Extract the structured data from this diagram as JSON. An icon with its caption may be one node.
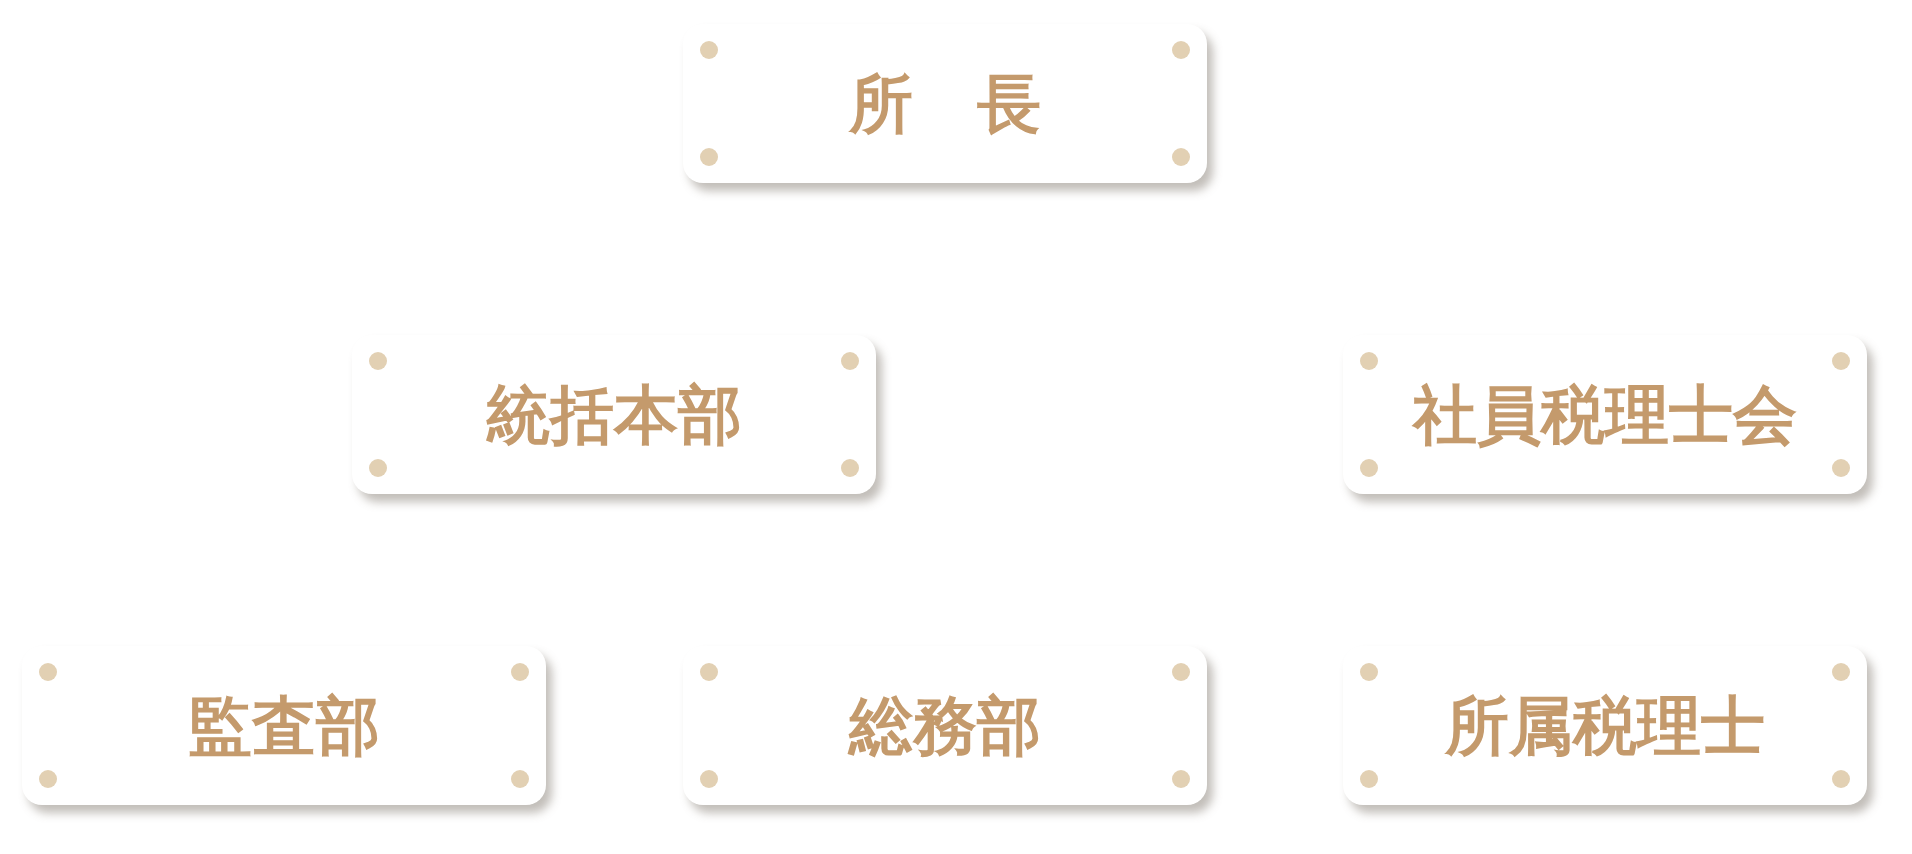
{
  "diagram": {
    "nodes": [
      {
        "text": [
          "所　長"
        ]
      },
      {
        "text": [
          "統括本部"
        ]
      },
      {
        "text": [
          "社員税理士会"
        ]
      },
      {
        "text": [
          "監査部"
        ]
      },
      {
        "text": [
          "総務部"
        ]
      },
      {
        "text": [
          "所属税理士"
        ]
      }
    ]
  }
}
